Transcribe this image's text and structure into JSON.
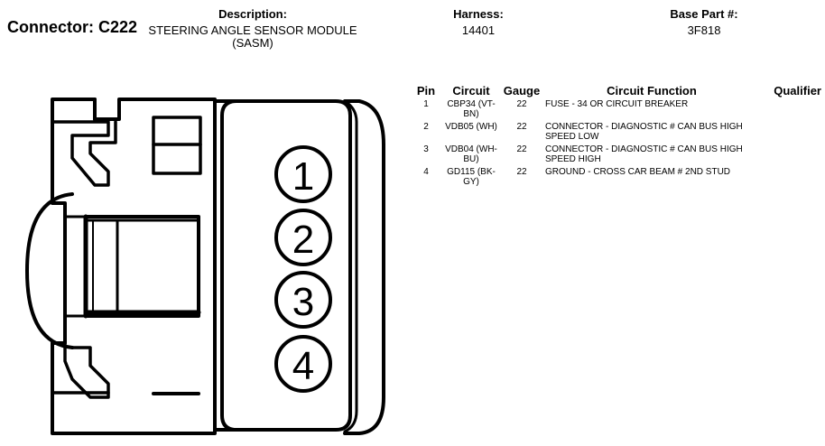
{
  "header": {
    "connector_label": "Connector: C222",
    "description_label": "Description:",
    "description_value": "STEERING ANGLE SENSOR MODULE (SASM)",
    "harness_label": "Harness:",
    "harness_value": "14401",
    "base_part_label": "Base Part #:",
    "base_part_value": "3F818"
  },
  "table": {
    "headers": [
      "Pin",
      "Circuit",
      "Gauge",
      "Circuit Function",
      "Qualifier"
    ],
    "rows": [
      {
        "pin": "1",
        "circuit": "CBP34 (VT-BN)",
        "gauge": "22",
        "function": "FUSE - 34 OR CIRCUIT BREAKER",
        "qualifier": ""
      },
      {
        "pin": "2",
        "circuit": "VDB05 (WH)",
        "gauge": "22",
        "function": "CONNECTOR - DIAGNOSTIC # CAN BUS HIGH SPEED LOW",
        "qualifier": ""
      },
      {
        "pin": "3",
        "circuit": "VDB04 (WH-BU)",
        "gauge": "22",
        "function": "CONNECTOR - DIAGNOSTIC # CAN BUS HIGH SPEED HIGH",
        "qualifier": ""
      },
      {
        "pin": "4",
        "circuit": "GD115 (BK-GY)",
        "gauge": "22",
        "function": "GROUND - CROSS CAR BEAM # 2ND STUD",
        "qualifier": ""
      }
    ]
  },
  "diagram": {
    "pin_numbers": [
      "1",
      "2",
      "3",
      "4"
    ]
  }
}
